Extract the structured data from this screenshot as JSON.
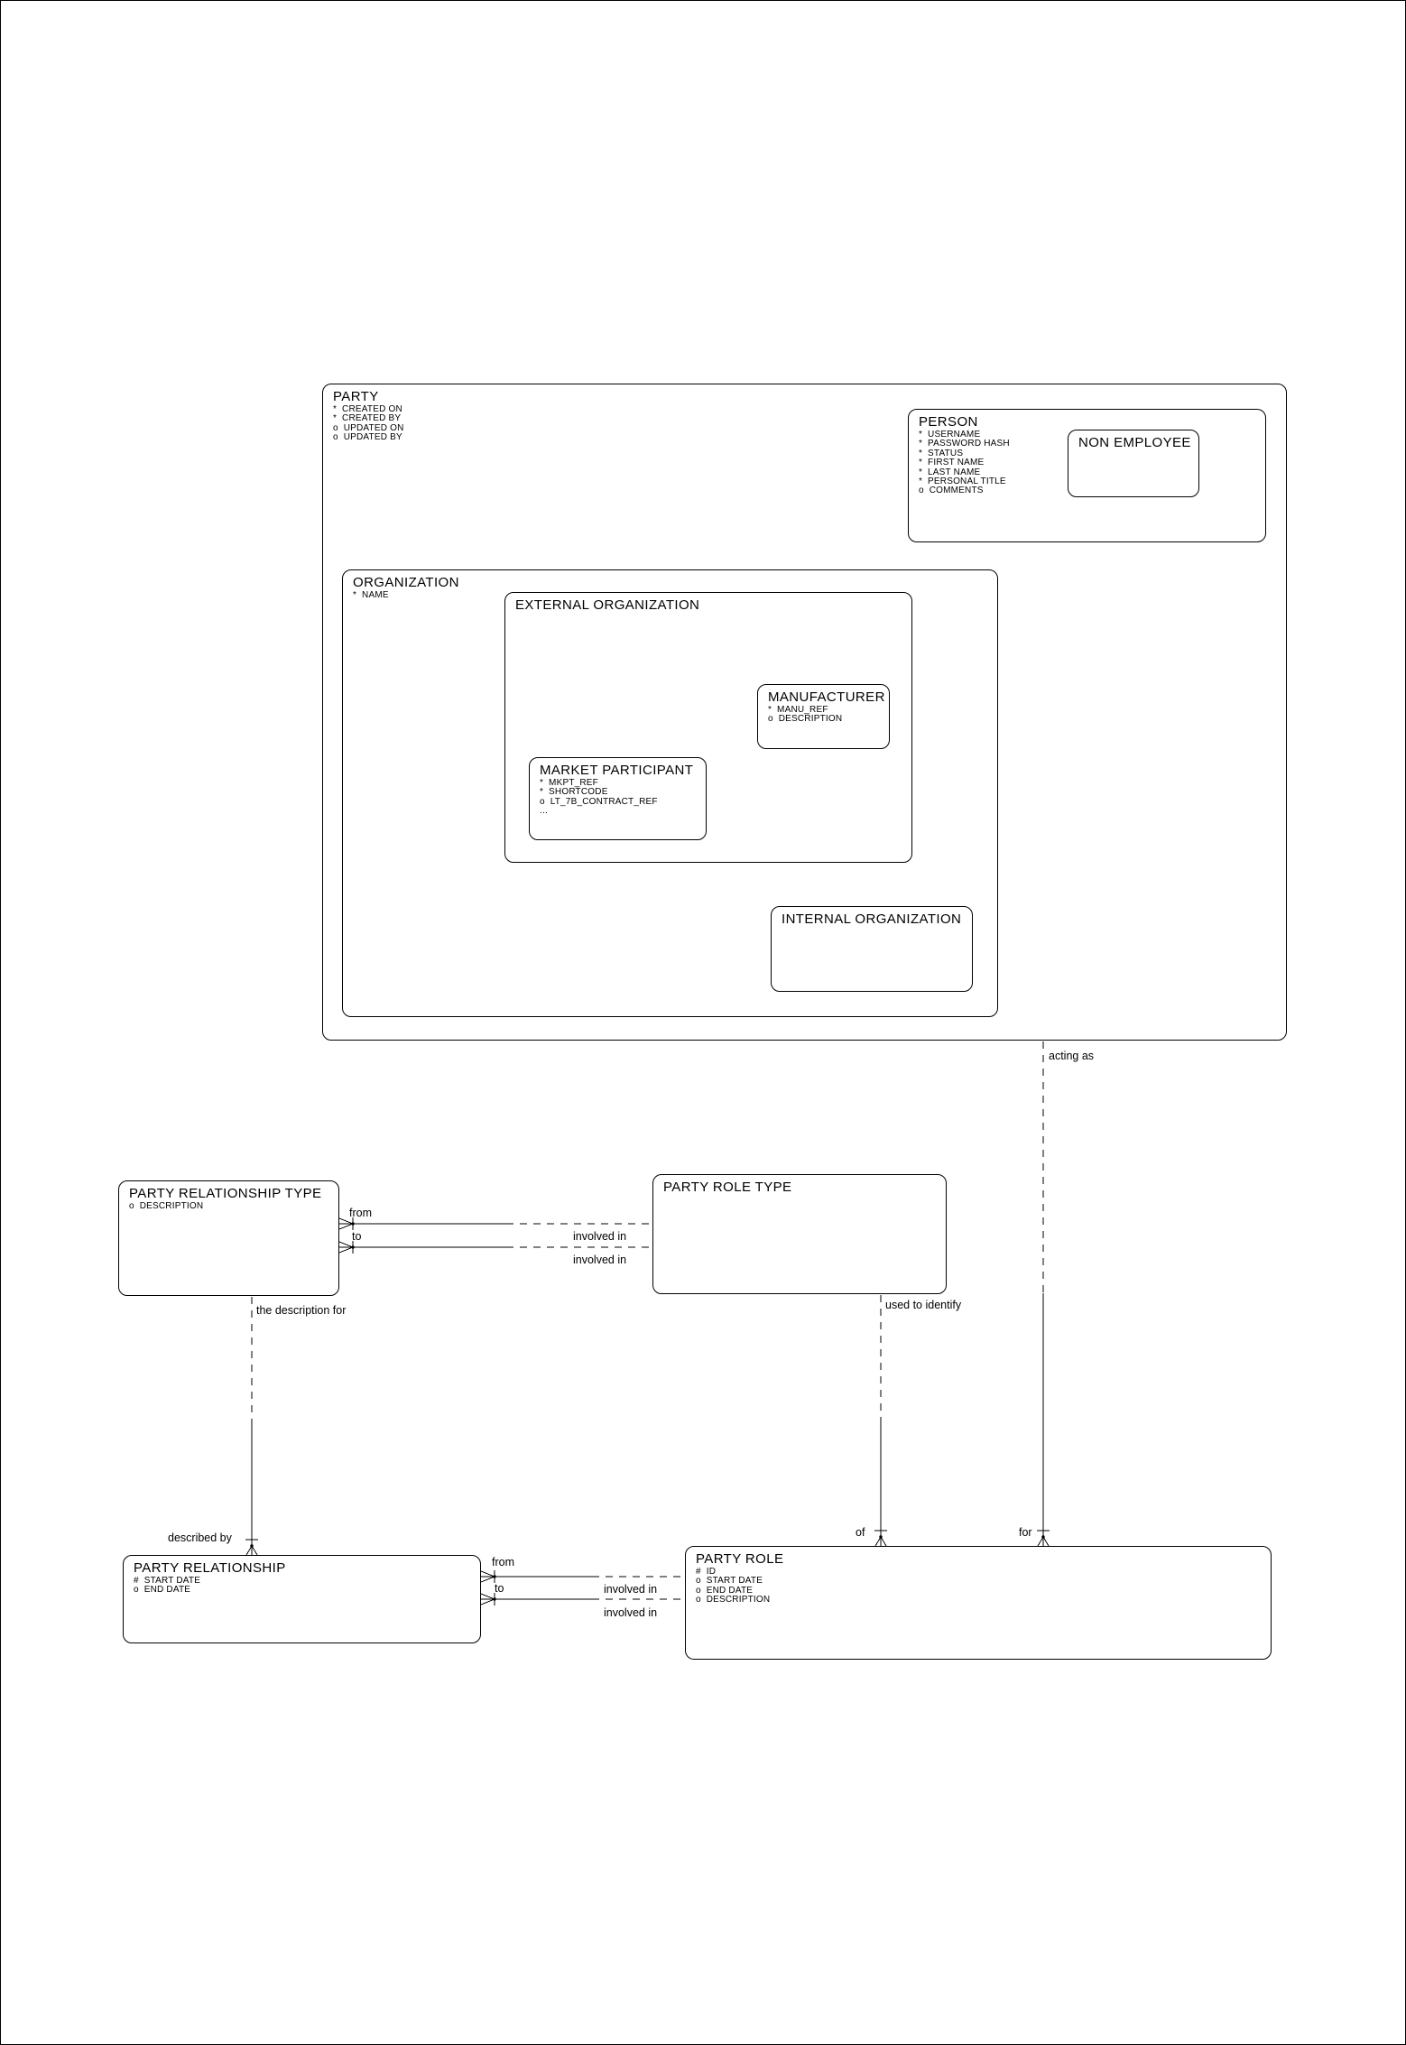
{
  "canvas": {
    "background_color": "#ffffff",
    "line_color": "#000000"
  },
  "entities": {
    "party": {
      "name": "PARTY",
      "attributes": [
        "*  CREATED ON",
        "*  CREATED BY",
        "o  UPDATED ON",
        "o  UPDATED BY"
      ]
    },
    "person": {
      "name": "PERSON",
      "attributes": [
        "*  USERNAME",
        "*  PASSWORD HASH",
        "*  STATUS",
        "*  FIRST NAME",
        "*  LAST NAME",
        "*  PERSONAL TITLE",
        "o  COMMENTS"
      ]
    },
    "non_employee": {
      "name": "NON EMPLOYEE"
    },
    "organization": {
      "name": "ORGANIZATION",
      "attributes": [
        "*  NAME"
      ]
    },
    "external_organization": {
      "name": "EXTERNAL ORGANIZATION"
    },
    "manufacturer": {
      "name": "MANUFACTURER",
      "attributes": [
        "*  MANU_REF",
        "o  DESCRIPTION"
      ]
    },
    "market_participant": {
      "name": "MARKET PARTICIPANT",
      "attributes": [
        "*  MKPT_REF",
        "*  SHORTCODE",
        "o  LT_7B_CONTRACT_REF",
        "..."
      ]
    },
    "internal_organization": {
      "name": "INTERNAL ORGANIZATION"
    },
    "party_relationship_type": {
      "name": "PARTY RELATIONSHIP TYPE",
      "attributes": [
        "o  DESCRIPTION"
      ]
    },
    "party_role_type": {
      "name": "PARTY ROLE TYPE"
    },
    "party_relationship": {
      "name": "PARTY RELATIONSHIP",
      "attributes": [
        "#  START DATE",
        "o  END DATE"
      ]
    },
    "party_role": {
      "name": "PARTY ROLE",
      "attributes": [
        "#  ID",
        "o  START DATE",
        "o  END DATE",
        "o  DESCRIPTION"
      ]
    }
  },
  "relationships": {
    "party_acting_as_role": {
      "near_label": "acting as",
      "far_label": "for"
    },
    "role_type_identifies_role": {
      "near_label": "used to identify",
      "far_label": "of"
    },
    "rel_type_describes_rel": {
      "near_label": "the description for",
      "far_label": "described by"
    },
    "type_from": {
      "near_label": "from",
      "far_label": "involved in"
    },
    "type_to": {
      "near_label": "to",
      "far_label": "involved in"
    },
    "rel_from": {
      "near_label": "from",
      "far_label": "involved in"
    },
    "rel_to": {
      "near_label": "to",
      "far_label": "involved in"
    }
  }
}
